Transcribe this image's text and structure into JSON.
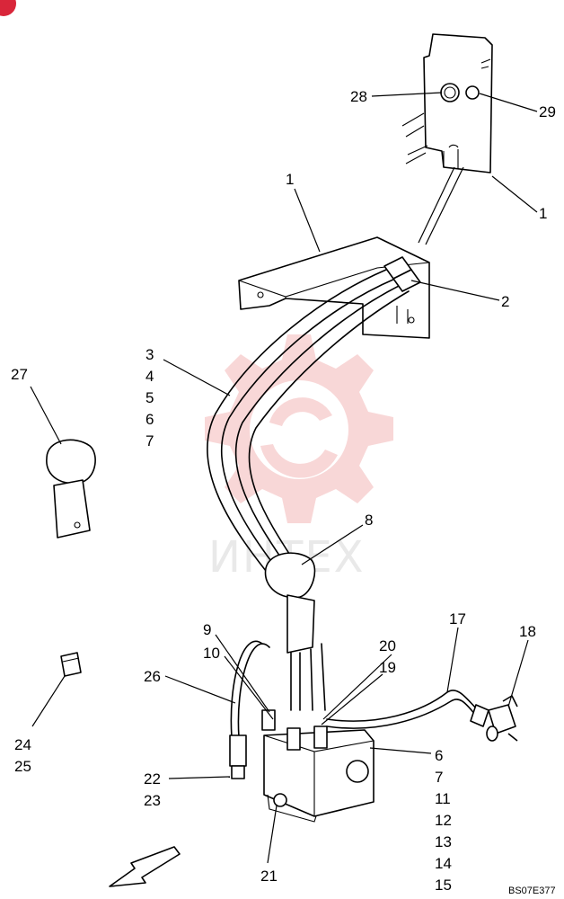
{
  "diagram": {
    "callouts": [
      {
        "id": "c1a",
        "text": "1"
      },
      {
        "id": "c1b",
        "text": "1"
      },
      {
        "id": "c2",
        "text": "2"
      },
      {
        "id": "c3",
        "text": "3"
      },
      {
        "id": "c4",
        "text": "4"
      },
      {
        "id": "c5",
        "text": "5"
      },
      {
        "id": "c6a",
        "text": "6"
      },
      {
        "id": "c7a",
        "text": "7"
      },
      {
        "id": "c8",
        "text": "8"
      },
      {
        "id": "c9",
        "text": "9"
      },
      {
        "id": "c10",
        "text": "10"
      },
      {
        "id": "c17",
        "text": "17"
      },
      {
        "id": "c18",
        "text": "18"
      },
      {
        "id": "c19",
        "text": "19"
      },
      {
        "id": "c20",
        "text": "20"
      },
      {
        "id": "c21",
        "text": "21"
      },
      {
        "id": "c22",
        "text": "22"
      },
      {
        "id": "c23",
        "text": "23"
      },
      {
        "id": "c24",
        "text": "24"
      },
      {
        "id": "c25",
        "text": "25"
      },
      {
        "id": "c26",
        "text": "26"
      },
      {
        "id": "c27",
        "text": "27"
      },
      {
        "id": "c28",
        "text": "28"
      },
      {
        "id": "c29",
        "text": "29"
      },
      {
        "id": "c6b",
        "text": "6"
      },
      {
        "id": "c7b",
        "text": "7"
      },
      {
        "id": "c11",
        "text": "11"
      },
      {
        "id": "c12",
        "text": "12"
      },
      {
        "id": "c13",
        "text": "13"
      },
      {
        "id": "c14",
        "text": "14"
      },
      {
        "id": "c15",
        "text": "15"
      }
    ],
    "drawing_code": "BS07E377",
    "watermark": "ИНТЕХ",
    "colors": {
      "line": "#000000",
      "watermark": "#f2b3b3",
      "badge": "#d9263a"
    }
  }
}
